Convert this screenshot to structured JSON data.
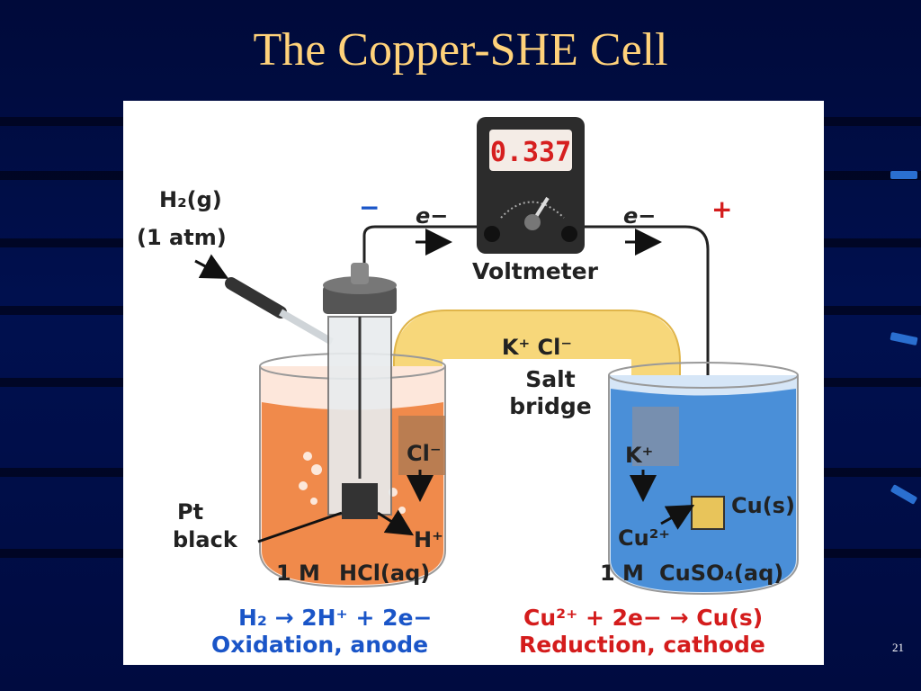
{
  "slide": {
    "title": "The Copper-SHE Cell",
    "page_number": "21"
  },
  "diagram": {
    "voltmeter": {
      "reading": "0.337",
      "label": "Voltmeter"
    },
    "left_terminal": "−",
    "right_terminal": "+",
    "electron": "e−",
    "gas_input": {
      "line1": "H₂(g)",
      "line2": "(1 atm)"
    },
    "salt_bridge": {
      "ions": "K⁺  Cl⁻",
      "line1": "Salt",
      "line2": "bridge"
    },
    "left_beaker": {
      "ion_out": "Cl⁻",
      "ion_product": "H⁺",
      "electrode_line1": "Pt",
      "electrode_line2": "black",
      "solution_conc": "1 M",
      "solution_name": "HCl(aq)"
    },
    "right_beaker": {
      "ion_in": "K⁺",
      "ion_reactant": "Cu²⁺",
      "electrode": "Cu(s)",
      "solution_conc": "1 M",
      "solution_name": "CuSO₄(aq)"
    },
    "anode_equation": {
      "line1": "H₂ → 2H⁺ + 2e−",
      "line2": "Oxidation, anode"
    },
    "cathode_equation": {
      "line1": "Cu²⁺ + 2e− → Cu(s)",
      "line2": "Reduction, cathode"
    }
  },
  "colors": {
    "background": "#000d47",
    "title": "#ffd27a",
    "hcl_solution": "#f08a4b",
    "cuso4_solution": "#4a8fd8",
    "salt_bridge": "#f7d77a",
    "anode_text": "#1a55c8",
    "cathode_text": "#d41c1c",
    "voltmeter_display": "#d61f1f"
  }
}
